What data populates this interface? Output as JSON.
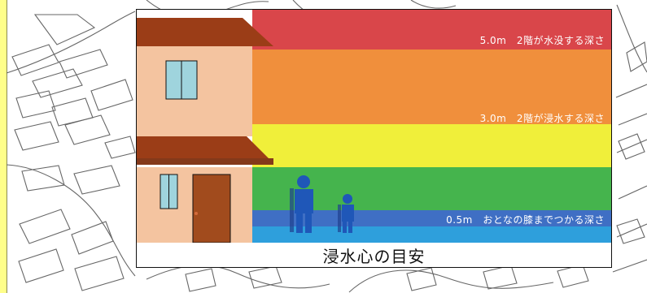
{
  "map": {
    "background": "#ffffff",
    "stroke": "#666666",
    "left_edge_color": "#ffff8a"
  },
  "diagram": {
    "labels": {
      "depth_5m": "5.0m　2階が水没する深さ",
      "depth_3m": "3.0m　2階が浸水する深さ",
      "depth_05m": "0.5m　おとなの膝までつかる深さ"
    },
    "caption": "浸水心の目安",
    "bands": [
      {
        "name": "red",
        "color": "#d9464a"
      },
      {
        "name": "orange",
        "color": "#f08f3c"
      },
      {
        "name": "yellow",
        "color": "#f0ef3a"
      },
      {
        "name": "green",
        "color": "#45b44d"
      },
      {
        "name": "blue",
        "color": "#3f6fc4"
      },
      {
        "name": "cyan",
        "color": "#2e9fdc"
      }
    ],
    "house_colors": {
      "roof": "#9b3d17",
      "wall": "#f4c4a0",
      "window": "#9fd4dd",
      "door": "#a14b1d"
    },
    "figure_colors": {
      "adult": "#1f57b8",
      "child": "#1f57b8"
    }
  }
}
